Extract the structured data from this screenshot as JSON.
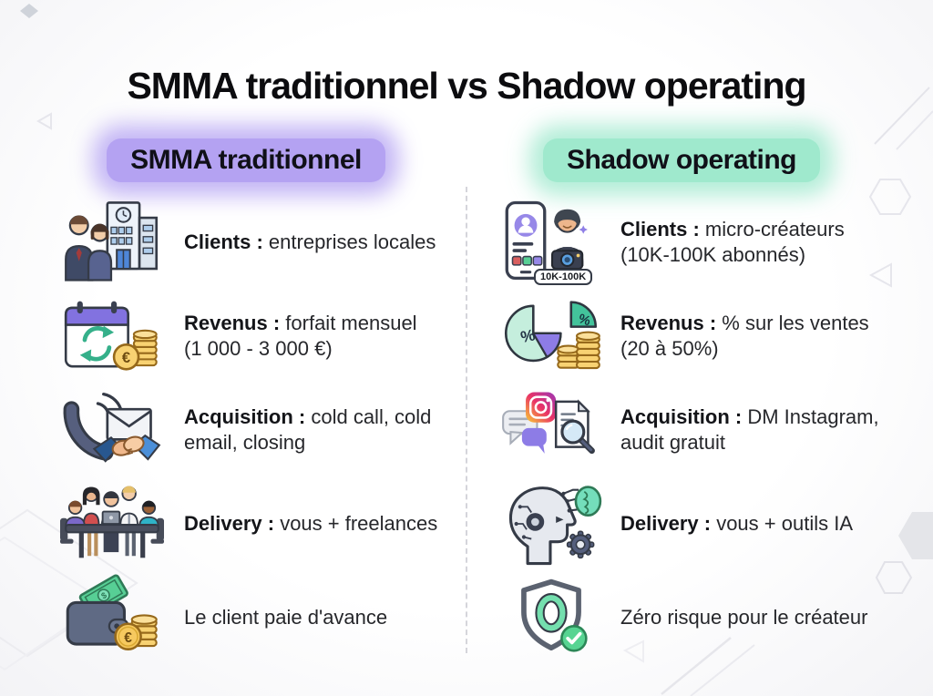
{
  "title": "SMMA traditionnel vs Shadow operating",
  "left": {
    "header": "SMMA traditionnel",
    "highlight_color": "#b4a2f2",
    "rows": [
      {
        "icon": "local-business-clients-icon",
        "label": "Clients :",
        "text": "entreprises locales"
      },
      {
        "icon": "calendar-coins-icon",
        "label": "Revenus :",
        "text": "forfait mensuel (1 000 - 3 000 €)"
      },
      {
        "icon": "phone-handshake-icon",
        "label": "Acquisition :",
        "text": "cold call, cold email, closing"
      },
      {
        "icon": "team-meeting-icon",
        "label": "Delivery :",
        "text": "vous + freelances"
      },
      {
        "icon": "wallet-money-icon",
        "label": "",
        "text": "Le client paie d'avance"
      }
    ]
  },
  "right": {
    "header": "Shadow operating",
    "highlight_color": "#9fe9cd",
    "rows": [
      {
        "icon": "creator-phone-icon",
        "label": "Clients :",
        "text": "micro-créateurs (10K-100K abonnés)",
        "badge": "10K-100K"
      },
      {
        "icon": "pie-chart-coins-icon",
        "label": "Revenus :",
        "text": "% sur les ventes (20 à 50%)"
      },
      {
        "icon": "instagram-audit-icon",
        "label": "Acquisition :",
        "text": "DM Instagram, audit gratuit"
      },
      {
        "icon": "ai-head-gears-icon",
        "label": "Delivery :",
        "text": "vous + outils IA"
      },
      {
        "icon": "shield-zero-risk-icon",
        "label": "",
        "text": "Zéro risque pour le créateur"
      }
    ]
  }
}
